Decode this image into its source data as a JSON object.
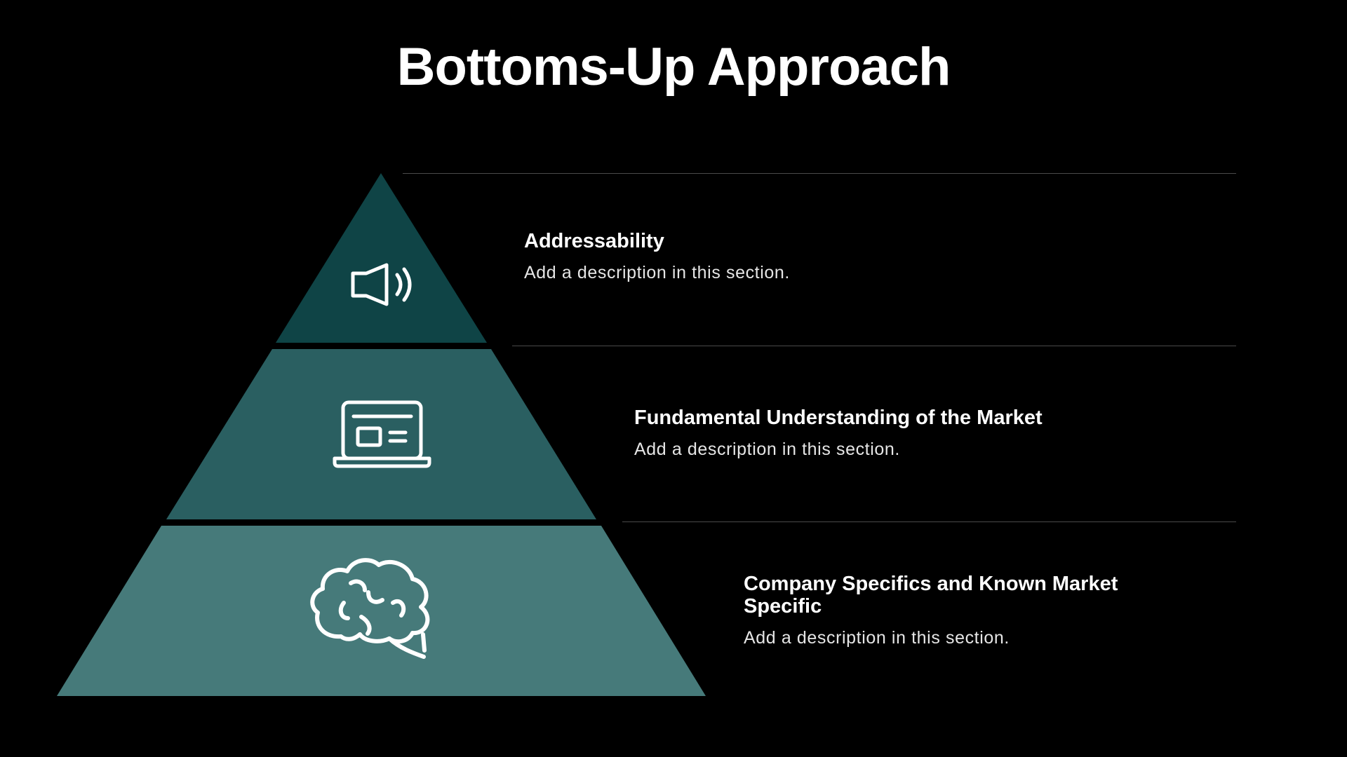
{
  "slide": {
    "title": "Bottoms-Up Approach"
  },
  "colors": {
    "background": "#000000",
    "tier_top": "#0f4446",
    "tier_middle": "#2a5f61",
    "tier_bottom": "#467a7a",
    "text": "#ffffff",
    "divider": "#4a4a4a"
  },
  "tiers": [
    {
      "icon": "megaphone-icon",
      "title": "Addressability",
      "description": "Add a description in this section."
    },
    {
      "icon": "laptop-icon",
      "title": "Fundamental Understanding of the Market",
      "description": "Add a description in this section."
    },
    {
      "icon": "brain-icon",
      "title": "Company Specifics and Known Market Specific",
      "description": "Add a description in this section."
    }
  ]
}
